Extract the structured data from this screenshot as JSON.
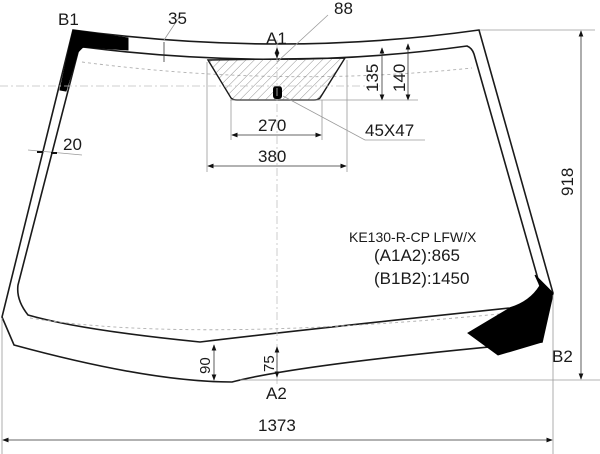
{
  "drawing": {
    "part_code": "KE130-R-CP LFW/X",
    "a1a2_label": "(A1A2):865",
    "b1b2_label": "(B1B2):1450",
    "points": {
      "a1": "A1",
      "a2": "A2",
      "b1": "B1",
      "b2": "B2"
    },
    "dimensions": {
      "top_band": "35",
      "sensor_offset": "88",
      "sensor_depth_inner": "135",
      "sensor_depth_outer": "140",
      "sensor_width_inner": "270",
      "sensor_width_outer": "380",
      "sensor_mount": "45X47",
      "side_band": "20",
      "bottom_band_left": "90",
      "bottom_band_center": "75",
      "overall_width": "1373",
      "overall_height": "918"
    },
    "colors": {
      "line": "#1a1a1a",
      "black_band": "#000000",
      "dim_line": "#9a9a9a",
      "background": "#ffffff"
    }
  }
}
